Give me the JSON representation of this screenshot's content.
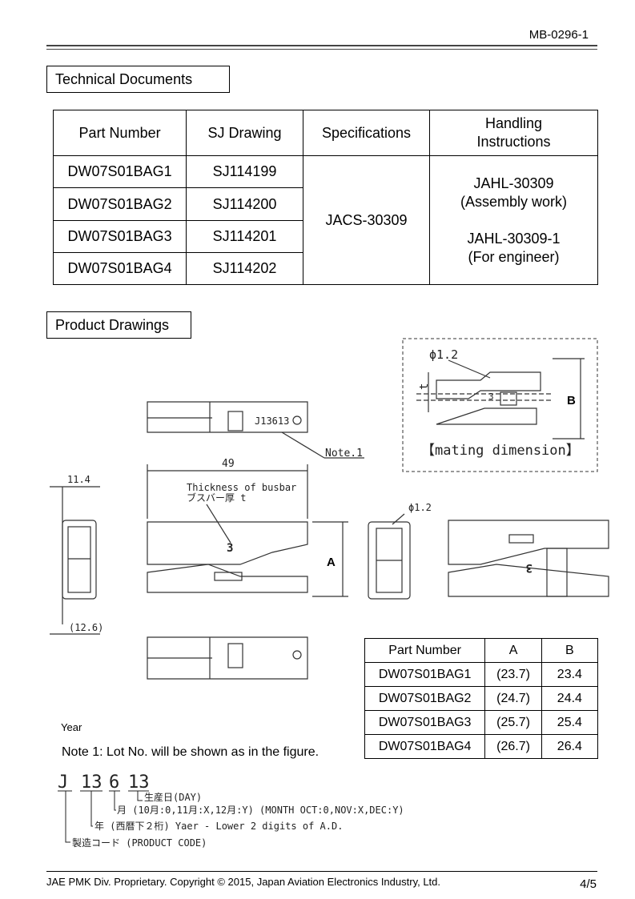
{
  "header": {
    "doc_id": "MB-0296-1"
  },
  "tech_docs": {
    "title": "Technical Documents",
    "headers": [
      "Part Number",
      "SJ Drawing",
      "Specifications",
      "Handling Instructions"
    ],
    "rows": [
      [
        "DW07S01BAG1",
        "SJ114199"
      ],
      [
        "DW07S01BAG2",
        "SJ114200"
      ],
      [
        "DW07S01BAG3",
        "SJ114201"
      ],
      [
        "DW07S01BAG4",
        "SJ114202"
      ]
    ],
    "specifications": "JACS-30309",
    "handling_1": "JAHL-30309",
    "handling_1_note": "(Assembly work)",
    "handling_2": "JAHL-30309-1",
    "handling_2_note": "(For engineer)"
  },
  "product_drawings": {
    "title": "Product Drawings",
    "mating": {
      "phi": "ϕ1.2",
      "t": "t",
      "b": "B",
      "caption": "【mating dimension】"
    },
    "lot_marking": "J13613",
    "note_ref": "Note.1",
    "dim_49": "49",
    "thickness_en": "Thickness of busbar",
    "thickness_jp": "ブスバー厚 t",
    "dim_11_4": "11.4",
    "dim_12_6": "(12.6)",
    "label_a": "A",
    "phi_side": "ϕ1.2",
    "mark_3": "3"
  },
  "ab_table": {
    "headers": [
      "Part Number",
      "A",
      "B"
    ],
    "rows": [
      [
        "DW07S01BAG1",
        "(23.7)",
        "23.4"
      ],
      [
        "DW07S01BAG2",
        "(24.7)",
        "24.4"
      ],
      [
        "DW07S01BAG3",
        "(25.7)",
        "25.4"
      ],
      [
        "DW07S01BAG4",
        "(26.7)",
        "26.4"
      ]
    ]
  },
  "notes": {
    "year": "Year",
    "note1": "Note 1: Lot No. will be shown as in the figure."
  },
  "lot_code": {
    "chars": [
      "J",
      "13",
      "6",
      "13"
    ],
    "day": "生産日(DAY)",
    "month": "月 (10月:0,11月:X,12月:Y) (MONTH OCT:0,NOV:X,DEC:Y)",
    "year": "年 (西暦下２桁) Yaer - Lower 2 digits of A.D.",
    "product": "製造コード (PRODUCT CODE)"
  },
  "footer": {
    "copyright": "JAE PMK Div. Proprietary. Copyright ©  2015, Japan Aviation Electronics Industry, Ltd.",
    "page": "4/5"
  }
}
